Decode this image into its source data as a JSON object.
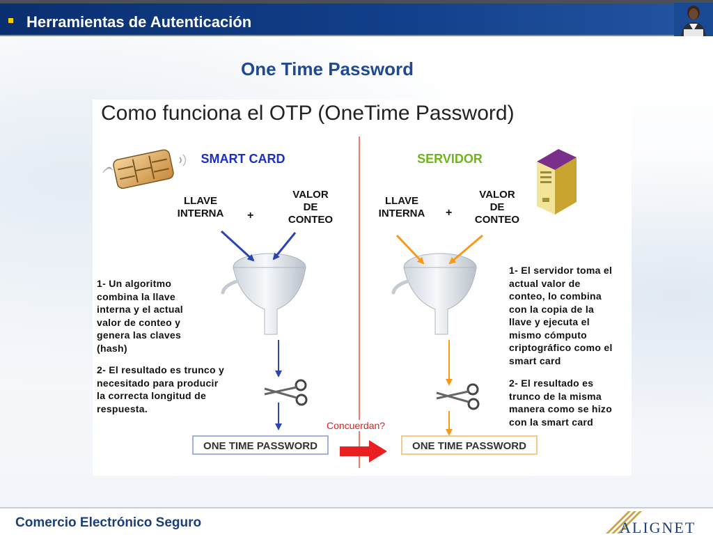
{
  "header": {
    "title": "Herramientas de Autenticación"
  },
  "slide": {
    "title": "One Time Password"
  },
  "diagram": {
    "heading": "Como funciona el OTP (OneTime Password)",
    "left": {
      "title": "SMART CARD",
      "key_label": "LLAVE\nINTERNA",
      "counter_label": "VALOR\nDE\nCONTEO",
      "plus": "+",
      "step1": "1- Un algoritmo\ncombina la llave\ninterna y el actual\nvalor de conteo y\ngenera las claves\n(hash)",
      "step2": "2- El resultado es trunco y\nnecesitado para producir\nla correcta longitud de\nrespuesta.",
      "otp_label": "ONE TIME PASSWORD"
    },
    "right": {
      "title": "SERVIDOR",
      "key_label": "LLAVE\nINTERNA",
      "counter_label": "VALOR\nDE\nCONTEO",
      "plus": "+",
      "step1": "1- El servidor toma el\nactual valor de\nconteo, lo combina\ncon la copia de la\nllave y ejecuta el\nmismo cómputo\ncriptográfico como el\nsmart card",
      "step2": "2- El resultado es\ntrunco de la misma\nmanera como se hizo\ncon la smart card",
      "otp_label": "ONE TIME PASSWORD"
    },
    "match_label": "Concuerdan?",
    "colors": {
      "left_title": "#1a2fc8",
      "right_title": "#6fb51f",
      "left_arrows": "#2b44b0",
      "right_arrows": "#f59a1a",
      "match_arrow": "#e82020",
      "divider": "#f07a6a"
    },
    "icons": {
      "smart_card": "smart-card-chip-icon",
      "server": "server-tower-icon",
      "funnel": "funnel-icon",
      "scissors": "scissors-icon"
    }
  },
  "footer": {
    "text": "Comercio Electrónico Seguro",
    "logo": "ALIGNET"
  }
}
